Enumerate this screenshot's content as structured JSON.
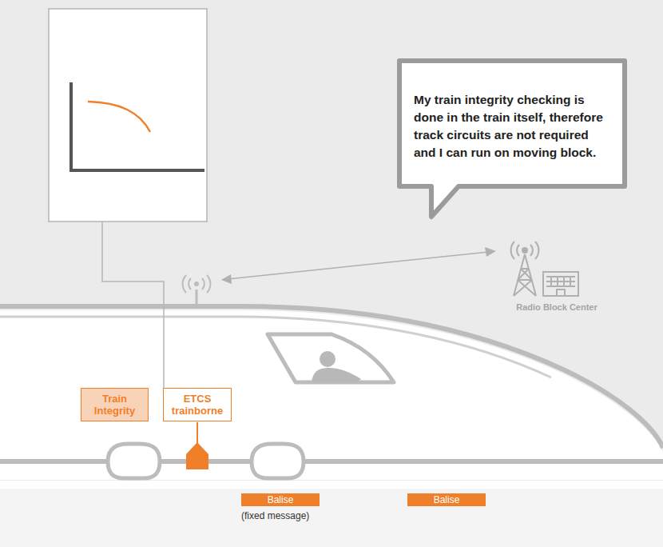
{
  "diagram": {
    "nodes": [
      {
        "text": [
          "My train integrity checking is done in the train itself, therefore track circuits are not required and I can run on moving block."
        ]
      },
      {
        "text": [
          "Train Integrity"
        ]
      },
      {
        "text": [
          "ETCS trainborne"
        ]
      },
      {
        "text": [
          "Balise"
        ]
      },
      {
        "text": [
          "Balise"
        ]
      }
    ],
    "labels": [
      "Radio Block Center",
      "(fixed message)"
    ]
  }
}
